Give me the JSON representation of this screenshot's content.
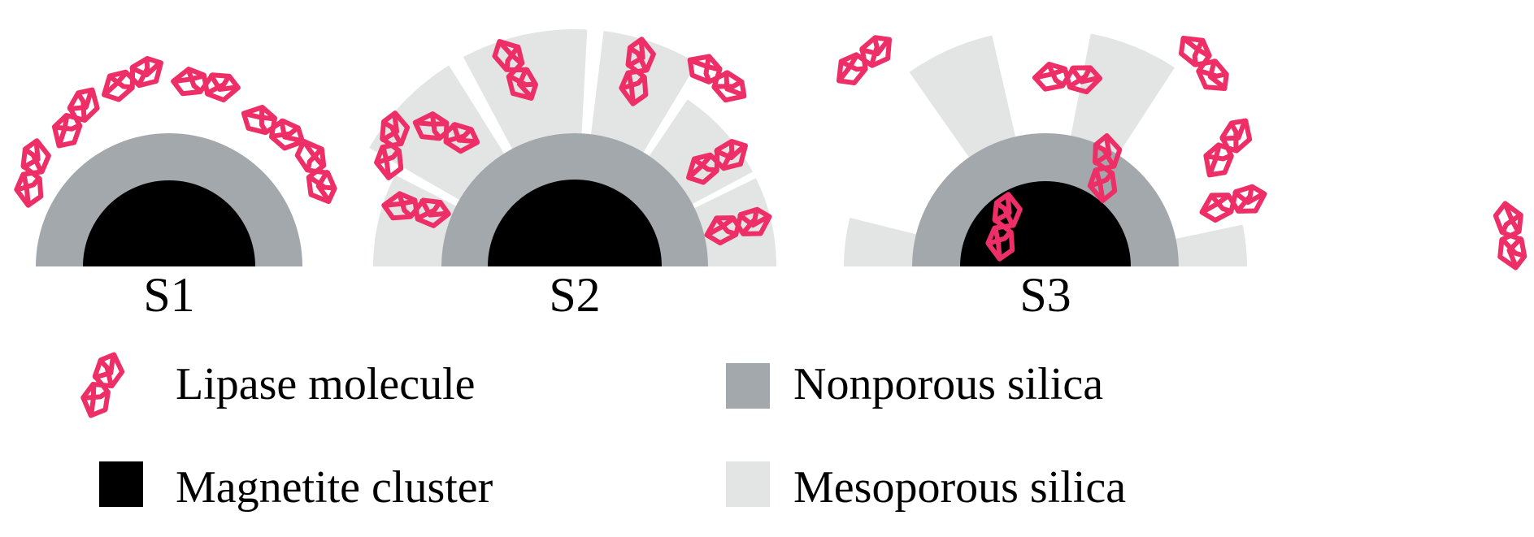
{
  "colors": {
    "magnetite": "#000000",
    "nonporous": "#a3a8ac",
    "mesoporous": "#e3e5e5",
    "lipase": "#ee2e67",
    "background": "#ffffff"
  },
  "panels": [
    {
      "id": "s1",
      "label": "S1"
    },
    {
      "id": "s2",
      "label": "S2"
    },
    {
      "id": "s3",
      "label": "S3"
    }
  ],
  "legend": {
    "lipase": "Lipase molecule",
    "magnetite": "Magnetite cluster",
    "nonporous": "Nonporous silica",
    "mesoporous": "Mesoporous silica"
  },
  "icons": {
    "lipase": "lipase-molecule-icon",
    "magnetite": "magnetite-swatch",
    "nonporous": "nonporous-swatch",
    "mesoporous": "mesoporous-swatch"
  }
}
